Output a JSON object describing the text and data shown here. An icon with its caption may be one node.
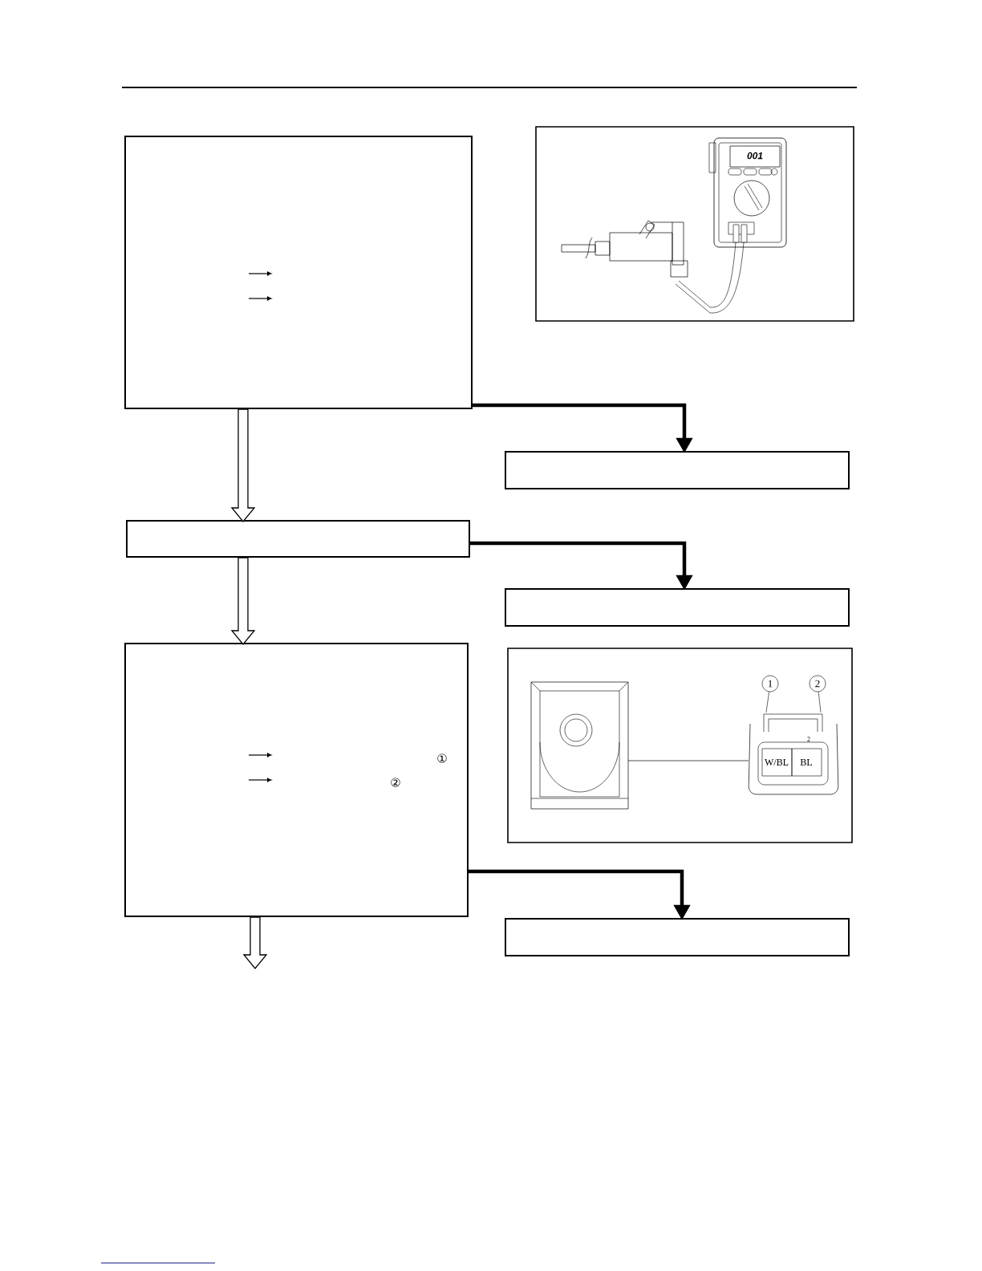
{
  "diagram": {
    "nodes": [
      {
        "text": [],
        "shape": "box"
      },
      {
        "text": [],
        "shape": "box"
      },
      {
        "text": [],
        "shape": "box"
      },
      {
        "text": [],
        "shape": "box"
      },
      {
        "text": [
          "①",
          "②"
        ]
      },
      {
        "text": [],
        "shape": "box"
      },
      {
        "text": [
          "1"
        ]
      },
      {
        "text": [
          "2"
        ]
      },
      {
        "text": [],
        "shape": "picture"
      }
    ],
    "edges": [
      {
        "from": 0,
        "to": 2,
        "arrow": "to",
        "style": "thick"
      },
      {
        "from": 0,
        "to": 1,
        "arrow": "to",
        "style": "thick"
      },
      {
        "from": 2,
        "to": 4,
        "arrow": "to",
        "style": "thick"
      },
      {
        "from": 2,
        "to": 3,
        "arrow": "to",
        "style": "thick"
      },
      {
        "from": 4,
        "to": 5,
        "arrow": "to",
        "style": "thick"
      },
      {
        "from": 4,
        "to": null,
        "arrow": "to",
        "style": "thick"
      },
      {
        "from": 6,
        "to": 8,
        "arrow": "none"
      },
      {
        "from": 7,
        "to": 8,
        "arrow": "none"
      }
    ],
    "labels": [
      "001",
      "2",
      "W/BL",
      "BL"
    ]
  }
}
